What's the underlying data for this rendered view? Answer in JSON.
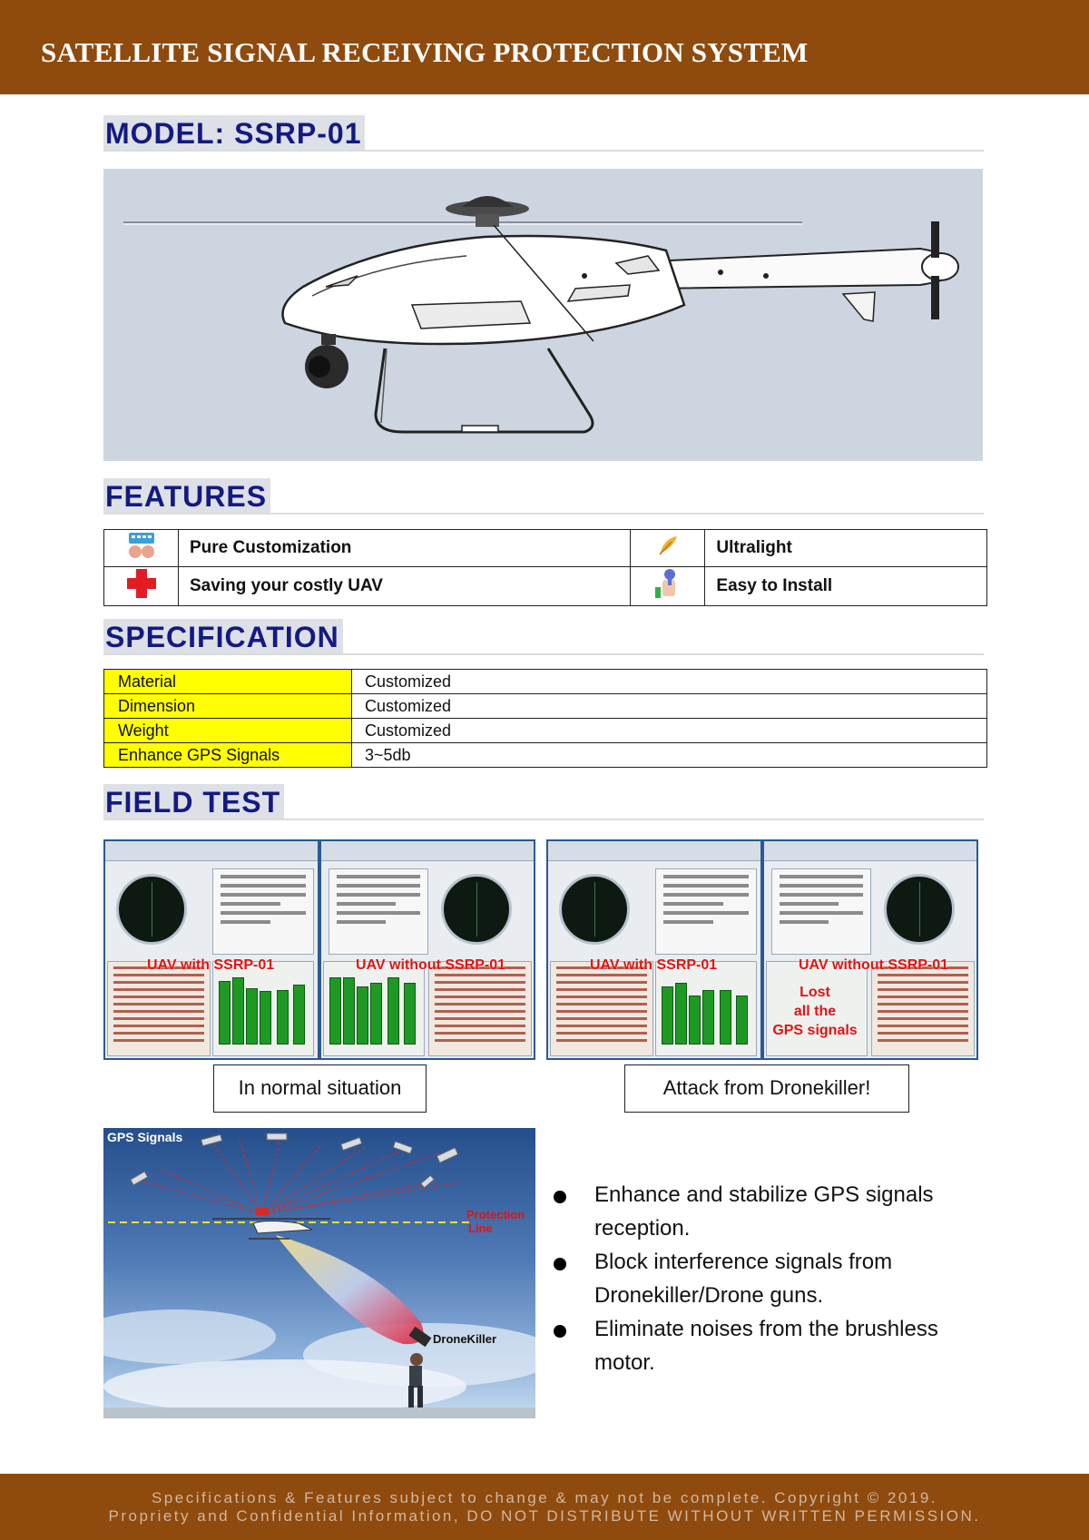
{
  "header": {
    "title": "SATELLITE SIGNAL RECEIVING PROTECTION SYSTEM"
  },
  "model_heading": "MODEL: SSRP-01",
  "features": {
    "heading": "FEATURES",
    "items": [
      {
        "label": "Pure Customization",
        "icon": "keyboard-hands-icon"
      },
      {
        "label": "Ultralight",
        "icon": "feather-icon"
      },
      {
        "label": "Saving your costly UAV",
        "icon": "red-cross-icon"
      },
      {
        "label": "Easy to Install",
        "icon": "install-tool-icon"
      }
    ]
  },
  "specification": {
    "heading": "SPECIFICATION",
    "rows": [
      {
        "key": "Material",
        "value": "Customized"
      },
      {
        "key": "Dimension",
        "value": "Customized"
      },
      {
        "key": "Weight",
        "value": "Customized"
      },
      {
        "key": "Enhance GPS Signals",
        "value": "3~5db"
      }
    ]
  },
  "field_test": {
    "heading": "FIELD TEST",
    "normal": {
      "label_with": "UAV with SSRP-01",
      "label_without": "UAV without SSRP-01",
      "caption": "In normal situation"
    },
    "attack": {
      "label_with": "UAV with SSRP-01",
      "label_without": "UAV without SSRP-01",
      "lost_line1": "Lost",
      "lost_line2": "all the",
      "lost_line3": "GPS signals",
      "caption": "Attack from Dronekiller!"
    }
  },
  "illustration": {
    "gps_label": "GPS Signals",
    "protection_line1": "Protection",
    "protection_line2": "Line",
    "dronekiller_label": "DroneKiller"
  },
  "bullets": [
    "Enhance and stabilize GPS signals reception.",
    "Block interference signals from Dronekiller/Drone guns.",
    "Eliminate noises from the brushless motor."
  ],
  "footer": {
    "line1": "Specifications & Features subject to change & may not be complete. Copyright © 2019.",
    "line2": "Propriety and Confidential Information, DO NOT DISTRIBUTE WITHOUT WRITTEN PERMISSION."
  },
  "colors": {
    "brand_brown": "#8f4a0e",
    "heading_navy": "#131a80",
    "spec_highlight": "#ffff00",
    "alert_red": "#e51212",
    "signal_green": "#1e9a24"
  }
}
